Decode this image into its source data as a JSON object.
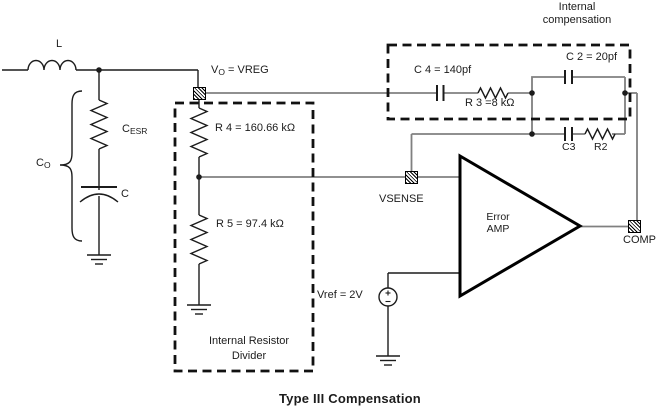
{
  "diagram": {
    "title": "Type III Compensation",
    "inductor_label": "L",
    "vo": {
      "prefix": "V",
      "sub": "O",
      "rest": " = VREG"
    },
    "output_filter": {
      "co_prefix": "C",
      "co_sub": "O",
      "cesr_prefix": "C",
      "cesr_sub": "ESR",
      "cap_c": "C"
    },
    "compensation_box": {
      "title_line1": "Internal",
      "title_line2": "compensation",
      "c4": "C 4 = 140pf",
      "r3": "R 3 =8 kΩ",
      "c2": "C 2 = 20pf",
      "c3": "C3",
      "r2": "R2"
    },
    "divider_box": {
      "r4": "R 4 = 160.66 kΩ",
      "r5": "R 5 = 97.4 kΩ",
      "caption_line1": "Internal Resistor",
      "caption_line2": "Divider"
    },
    "amp": {
      "line1": "Error",
      "line2": "AMP"
    },
    "pins": {
      "vsense": "VSENSE",
      "comp": "COMP"
    },
    "vref_label": "Vref = 2V",
    "colors": {
      "wire": "#808080",
      "ink": "#1c1c1c",
      "dashed_box": "#111111"
    }
  }
}
